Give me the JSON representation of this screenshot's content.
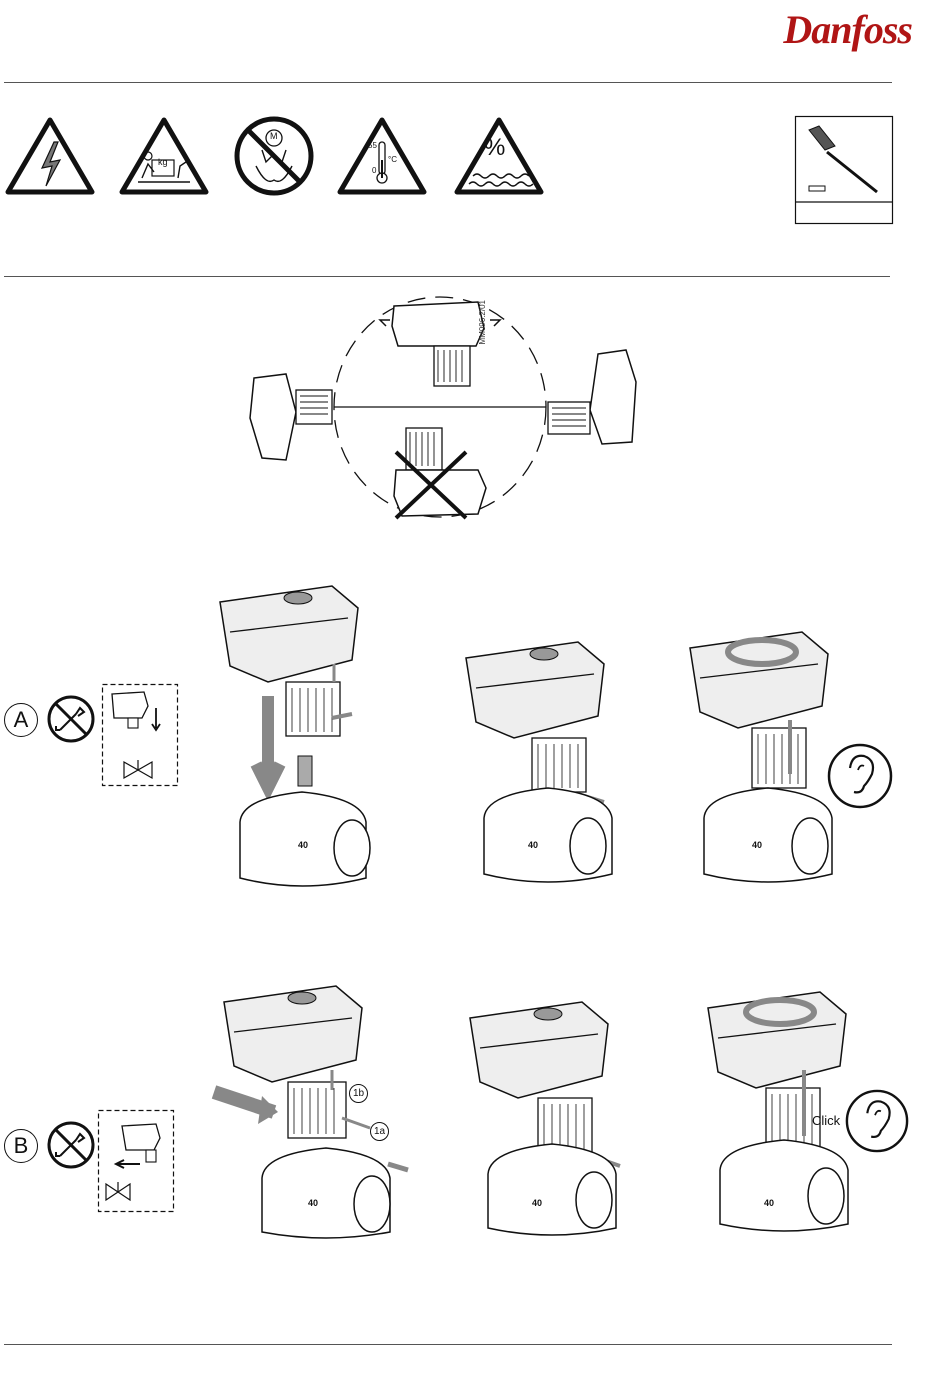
{
  "header": {
    "logo_text": "Danfoss"
  },
  "warnings": {
    "icons": [
      "electric-shock-warning-icon",
      "heavy-weight-warning-icon",
      "do-not-handle-motor-icon",
      "temperature-limit-warning-icon",
      "humidity-warning-icon"
    ],
    "temperature_max": "55",
    "temperature_unit": "°C",
    "temperature_min": "0",
    "humidity_symbol": "%",
    "weight_unit": "kg",
    "motor_symbol": "M"
  },
  "orientation": {
    "drawing_code": "MM096.2/01"
  },
  "section_a": {
    "letter": "A"
  },
  "section_b": {
    "letter": "B",
    "step_1b": "1b",
    "step_1a": "1a",
    "click_label": "Click"
  },
  "valve": {
    "size_label": "40"
  }
}
